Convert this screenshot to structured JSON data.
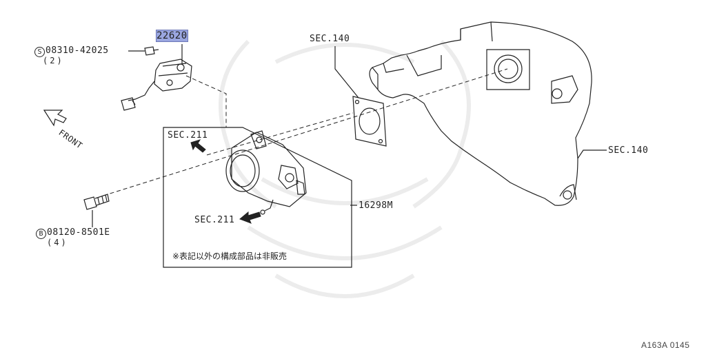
{
  "parts": {
    "highlighted_part": "22620",
    "screw_symbol": "S",
    "screw_part": "08310-42025",
    "screw_qty": "(2)",
    "bolt_symbol": "B",
    "bolt_part": "08120-8501E",
    "bolt_qty": "(4)",
    "throttle_body": "16298M"
  },
  "sections": {
    "top": "SEC.140",
    "right": "SEC.140",
    "box_upper": "SEC.211",
    "box_lower": "SEC.211"
  },
  "direction": "FRONT",
  "note": "※表記以外の構成部品は非販売",
  "diagram_code": "A163A 0145"
}
